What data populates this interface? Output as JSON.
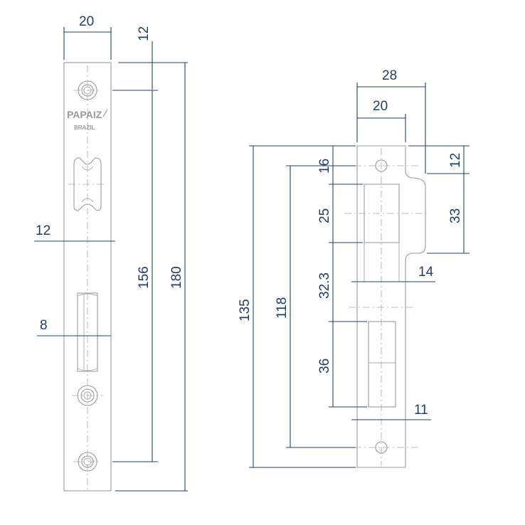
{
  "brand": {
    "name": "PAPAIZ",
    "origin": "BRAZIL"
  },
  "colors": {
    "dimension_line": "#1e3f6e",
    "part_outline": "#9a9a9a",
    "background": "#ffffff"
  },
  "faceplate": {
    "dimensions": {
      "width": "20",
      "top_to_hole": "12",
      "hole_to_hole": "156",
      "total_length": "180",
      "backset": "12",
      "latch_width": "8"
    }
  },
  "strike_plate": {
    "dimensions": {
      "total_width": "28",
      "plate_width": "20",
      "lip_top": "12",
      "top_to_first": "16",
      "upper_opening": "25",
      "lip_height": "33",
      "opening_gap": "32.3",
      "lip_offset": "14",
      "lower_opening": "36",
      "opening_offset": "11",
      "hole_spacing": "118",
      "total_length": "135"
    }
  }
}
